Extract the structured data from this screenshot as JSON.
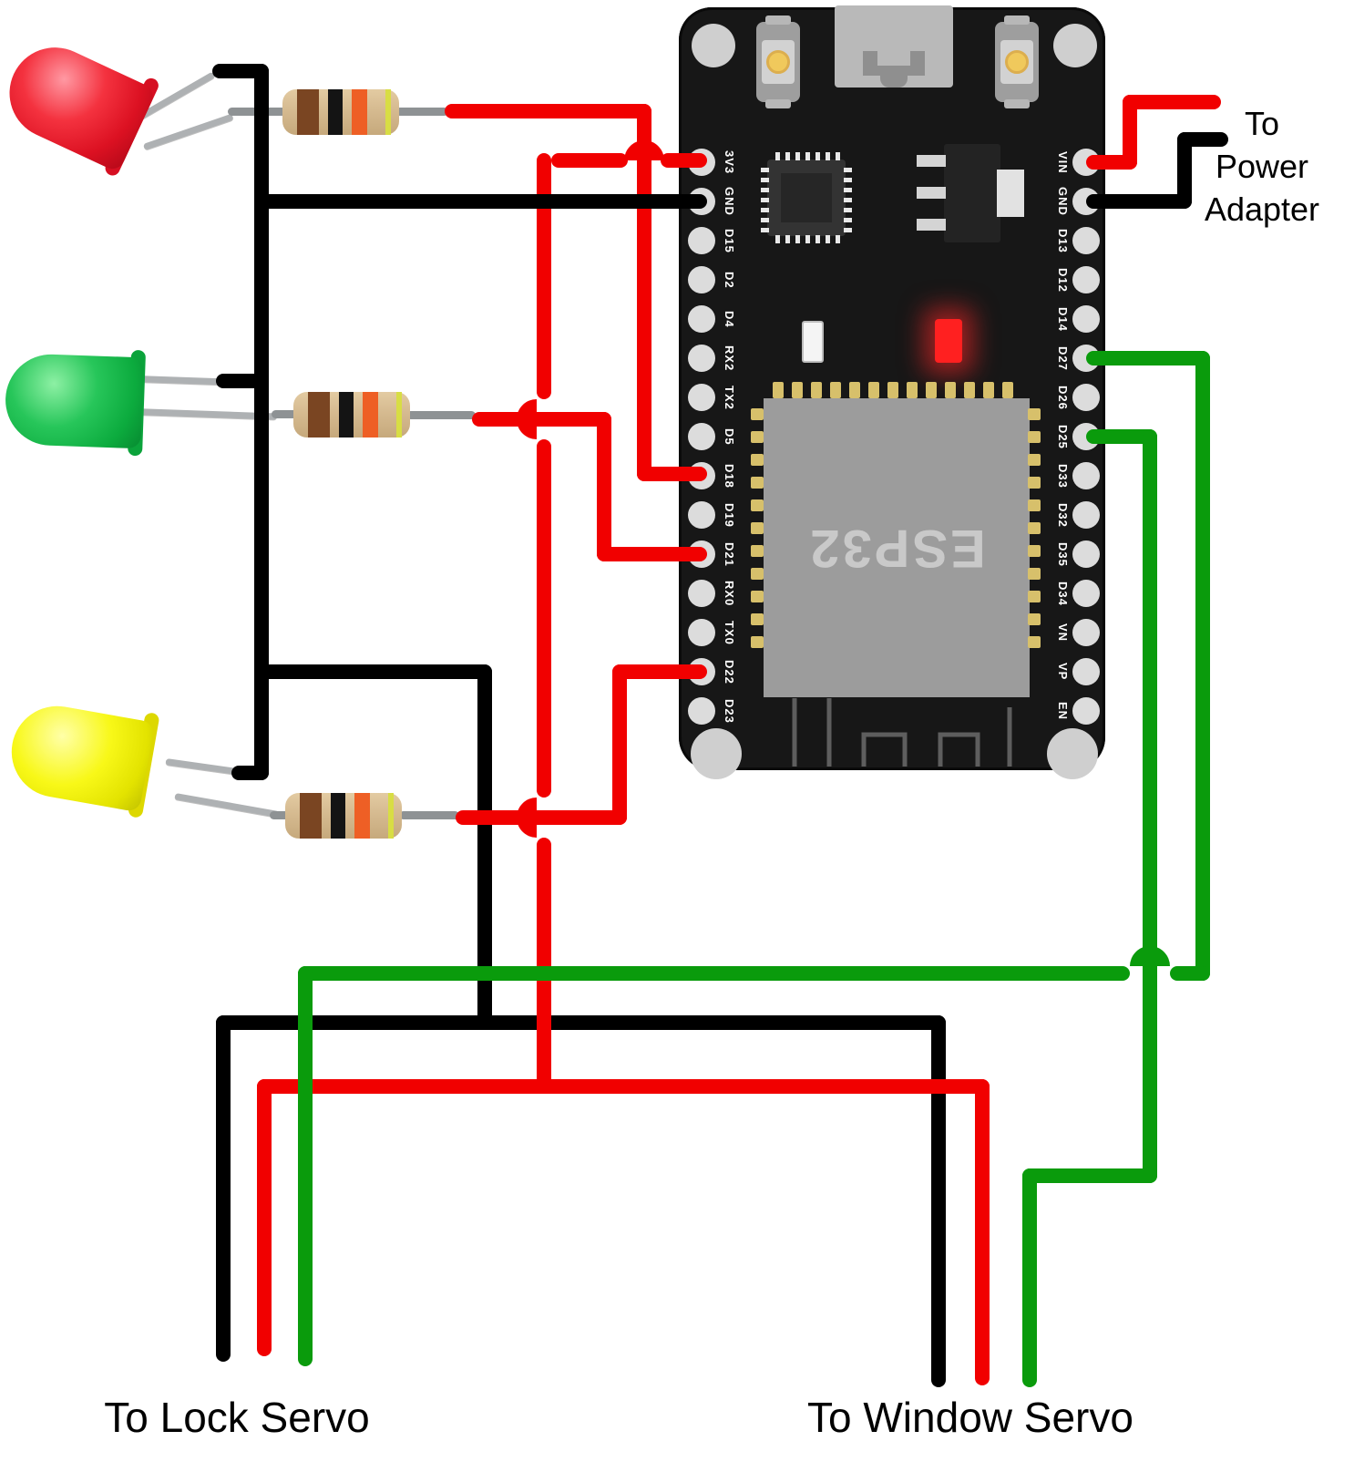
{
  "labels": {
    "power_adapter": [
      "To",
      "Power",
      "Adapter"
    ],
    "lock_servo": "To Lock Servo",
    "window_servo": "To Window Servo"
  },
  "board": {
    "chip_label": "ESP32",
    "pins": {
      "left": [
        "3V3",
        "GND",
        "D15",
        "D2",
        "D4",
        "RX2",
        "TX2",
        "D5",
        "D18",
        "D19",
        "D21",
        "RX0",
        "TX0",
        "D22",
        "D23"
      ],
      "right": [
        "VIN",
        "GND",
        "D13",
        "D12",
        "D14",
        "D27",
        "D26",
        "D25",
        "D33",
        "D32",
        "D35",
        "D34",
        "VN",
        "VP",
        "EN"
      ]
    }
  },
  "components": {
    "leds": [
      {
        "id": "red-led",
        "color_name": "red"
      },
      {
        "id": "green-led",
        "color_name": "green"
      },
      {
        "id": "yellow-led",
        "color_name": "yellow"
      }
    ],
    "resistors": [
      {
        "id": "red-led-resistor",
        "bands": [
          "brown",
          "black",
          "orange",
          "yellow-green"
        ]
      },
      {
        "id": "green-led-resistor",
        "bands": [
          "brown",
          "black",
          "orange",
          "yellow-green"
        ]
      },
      {
        "id": "yellow-led-resistor",
        "bands": [
          "brown",
          "black",
          "orange",
          "yellow-green"
        ]
      }
    ]
  },
  "connections": [
    {
      "from": "Red LED (via resistor)",
      "to": "D18",
      "wire": "red"
    },
    {
      "from": "Green LED (via resistor)",
      "to": "D21",
      "wire": "red"
    },
    {
      "from": "Yellow LED (via resistor)",
      "to": "D22",
      "wire": "red"
    },
    {
      "from": "LED cathodes (common bus)",
      "to": "GND (left)",
      "wire": "black"
    },
    {
      "from": "3V3",
      "to": "Lock Servo + Window Servo power",
      "wire": "red"
    },
    {
      "from": "GND bus",
      "to": "Lock Servo + Window Servo ground",
      "wire": "black"
    },
    {
      "from": "D27",
      "to": "Lock Servo signal",
      "wire": "green"
    },
    {
      "from": "D25",
      "to": "Window Servo signal",
      "wire": "green"
    },
    {
      "from": "VIN",
      "to": "Power Adapter +",
      "wire": "red"
    },
    {
      "from": "GND (right)",
      "to": "Power Adapter -",
      "wire": "black"
    }
  ],
  "colors": {
    "wire_red": "#f10000",
    "wire_green": "#0a9b0c",
    "wire_black": "#000000",
    "lead_gray": "#8e9294",
    "resistor_body": "#d7bc92",
    "band_brown": "#7a4522",
    "band_black": "#141414",
    "band_orange": "#ee5f25",
    "band_yellow_green": "#d8dd44",
    "board_black": "#171717",
    "module_gray": "#9c9c9c",
    "pad_gold": "#d7c06b"
  }
}
